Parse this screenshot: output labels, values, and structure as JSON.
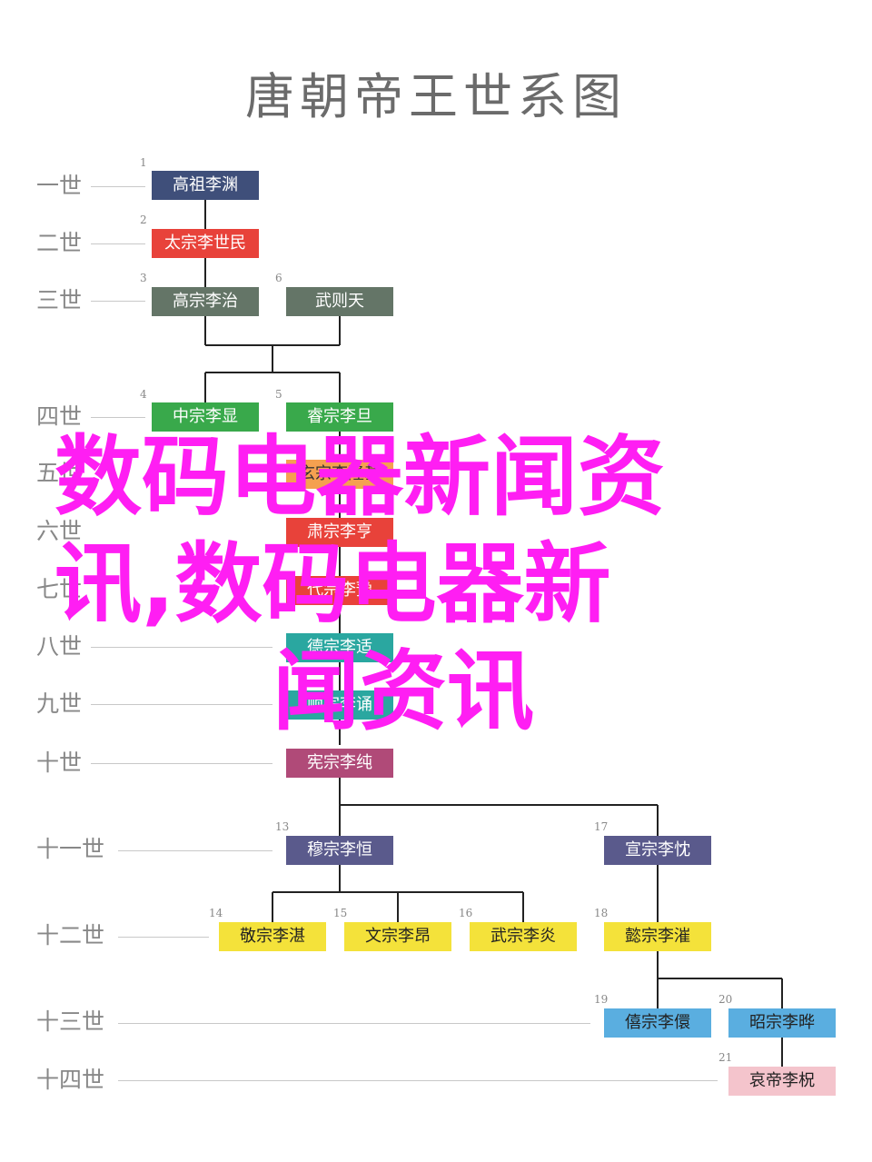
{
  "title": "唐朝帝王世系图",
  "generations": [
    "一世",
    "二世",
    "三世",
    "四世",
    "五世",
    "六世",
    "七世",
    "八世",
    "九世",
    "十世",
    "十一世",
    "十二世",
    "十三世",
    "十四世"
  ],
  "emperors": [
    {
      "num": "1",
      "name": "高祖李渊",
      "color": "#3f4f7a",
      "text": "#ffffff"
    },
    {
      "num": "2",
      "name": "太宗李世民",
      "color": "#e8423a",
      "text": "#ffffff"
    },
    {
      "num": "3",
      "name": "高宗李治",
      "color": "#647567",
      "text": "#ffffff"
    },
    {
      "num": "6",
      "name": "武则天",
      "color": "#647567",
      "text": "#ffffff"
    },
    {
      "num": "4",
      "name": "中宗李显",
      "color": "#39a94b",
      "text": "#ffffff"
    },
    {
      "num": "5",
      "name": "睿宗李旦",
      "color": "#39a94b",
      "text": "#ffffff"
    },
    {
      "num": "",
      "name": "玄宗李隆基",
      "color": "#f5a050",
      "text": "#333333"
    },
    {
      "num": "",
      "name": "肃宗李亨",
      "color": "#e8423a",
      "text": "#ffffff"
    },
    {
      "num": "",
      "name": "代宗李豫",
      "color": "#e8423a",
      "text": "#ffffff"
    },
    {
      "num": "",
      "name": "德宗李适",
      "color": "#2aa7a0",
      "text": "#ffffff"
    },
    {
      "num": "",
      "name": "顺宗李诵",
      "color": "#2aa7a0",
      "text": "#ffffff"
    },
    {
      "num": "",
      "name": "宪宗李纯",
      "color": "#b04a78",
      "text": "#ffffff"
    },
    {
      "num": "13",
      "name": "穆宗李恒",
      "color": "#5a5a8c",
      "text": "#ffffff"
    },
    {
      "num": "17",
      "name": "宣宗李忱",
      "color": "#5a5a8c",
      "text": "#ffffff"
    },
    {
      "num": "14",
      "name": "敬宗李湛",
      "color": "#f4e23a",
      "text": "#222222"
    },
    {
      "num": "15",
      "name": "文宗李昂",
      "color": "#f4e23a",
      "text": "#222222"
    },
    {
      "num": "16",
      "name": "武宗李炎",
      "color": "#f4e23a",
      "text": "#222222"
    },
    {
      "num": "18",
      "name": "懿宗李漼",
      "color": "#f4e23a",
      "text": "#222222"
    },
    {
      "num": "19",
      "name": "僖宗李儇",
      "color": "#5aaee0",
      "text": "#222222"
    },
    {
      "num": "20",
      "name": "昭宗李晔",
      "color": "#5aaee0",
      "text": "#222222"
    },
    {
      "num": "21",
      "name": "哀帝李柷",
      "color": "#f4c4cc",
      "text": "#222222"
    }
  ],
  "overlay_text": [
    "数码电器新闻资",
    "讯,数码电器新",
    "闻资讯"
  ]
}
